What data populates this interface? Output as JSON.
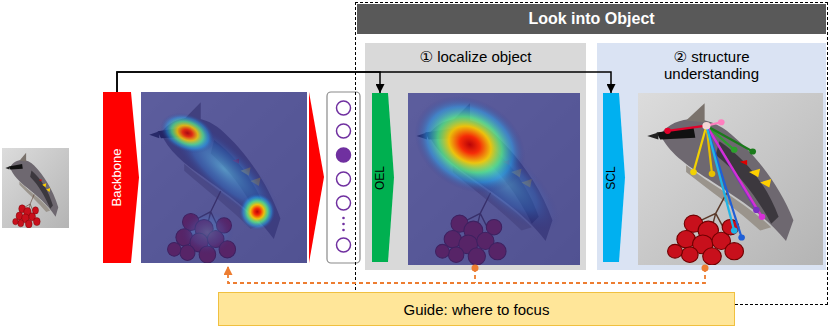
{
  "diagram": {
    "nodes": [
      {
        "text": [
          "Backbone"
        ]
      },
      {
        "text": [
          "Look into Object"
        ]
      },
      {
        "text": [
          "① localize object"
        ],
        "in": 1
      },
      {
        "text": [
          "OEL"
        ],
        "in": 2
      },
      {
        "text": [
          "② structure understanding"
        ],
        "in": 1
      },
      {
        "text": [
          "SCL"
        ],
        "in": 4
      },
      {
        "text": [
          "Guide: where to focus"
        ]
      }
    ],
    "edges": [
      {
        "from": 0,
        "to": 3,
        "arrow": "to"
      },
      {
        "from": 0,
        "to": 5,
        "arrow": "to"
      }
    ]
  }
}
